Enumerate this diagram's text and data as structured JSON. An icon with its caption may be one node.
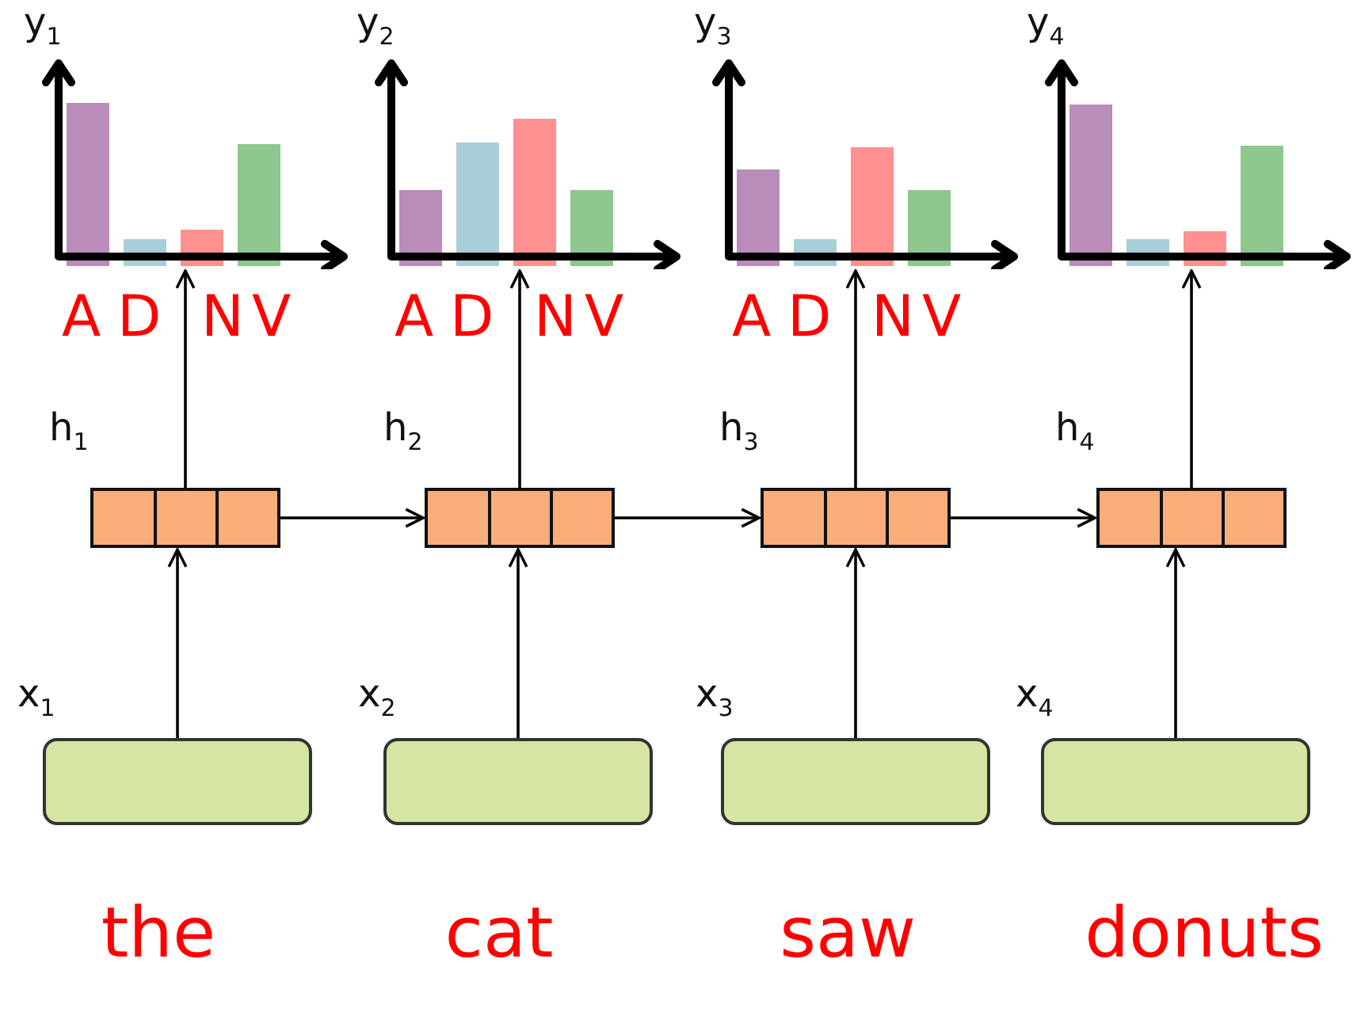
{
  "diagram": {
    "nodes": [
      {
        "text": [
          "y$_{1}$"
        ]
      },
      {
        "text": [
          "y$_{2}$"
        ]
      },
      {
        "text": [
          "y$_{3}$"
        ]
      },
      {
        "text": [
          "y$_{4}$"
        ]
      },
      {
        "text": [
          "h$_{1}$"
        ]
      },
      {
        "text": [
          "h$_{2}$"
        ]
      },
      {
        "text": [
          "h$_{3}$"
        ]
      },
      {
        "text": [
          "h$_{4}$"
        ]
      },
      {
        "text": [
          "x$_{1}$"
        ]
      },
      {
        "text": [
          "x$_{2}$"
        ]
      },
      {
        "text": [
          "x$_{3}$"
        ]
      },
      {
        "text": [
          "x$_{4}$"
        ]
      }
    ],
    "edges": [
      {
        "from": 4,
        "to": 0,
        "arrow": "to"
      },
      {
        "from": 5,
        "to": 1,
        "arrow": "to"
      },
      {
        "from": 6,
        "to": 2,
        "arrow": "to"
      },
      {
        "from": 7,
        "to": 3,
        "arrow": "to"
      },
      {
        "from": 4,
        "to": 5,
        "arrow": "to"
      },
      {
        "from": 5,
        "to": 6,
        "arrow": "to"
      },
      {
        "from": 6,
        "to": 7,
        "arrow": "to"
      },
      {
        "from": 8,
        "to": 4,
        "arrow": "to"
      },
      {
        "from": 9,
        "to": 5,
        "arrow": "to"
      },
      {
        "from": 10,
        "to": 6,
        "arrow": "to"
      },
      {
        "from": 11,
        "to": 7,
        "arrow": "to"
      }
    ],
    "labels": [
      "A",
      "D",
      "N",
      "V",
      "A",
      "D",
      "N",
      "V",
      "A",
      "D",
      "N",
      "V",
      "the",
      "cat",
      "saw",
      "donuts"
    ]
  }
}
